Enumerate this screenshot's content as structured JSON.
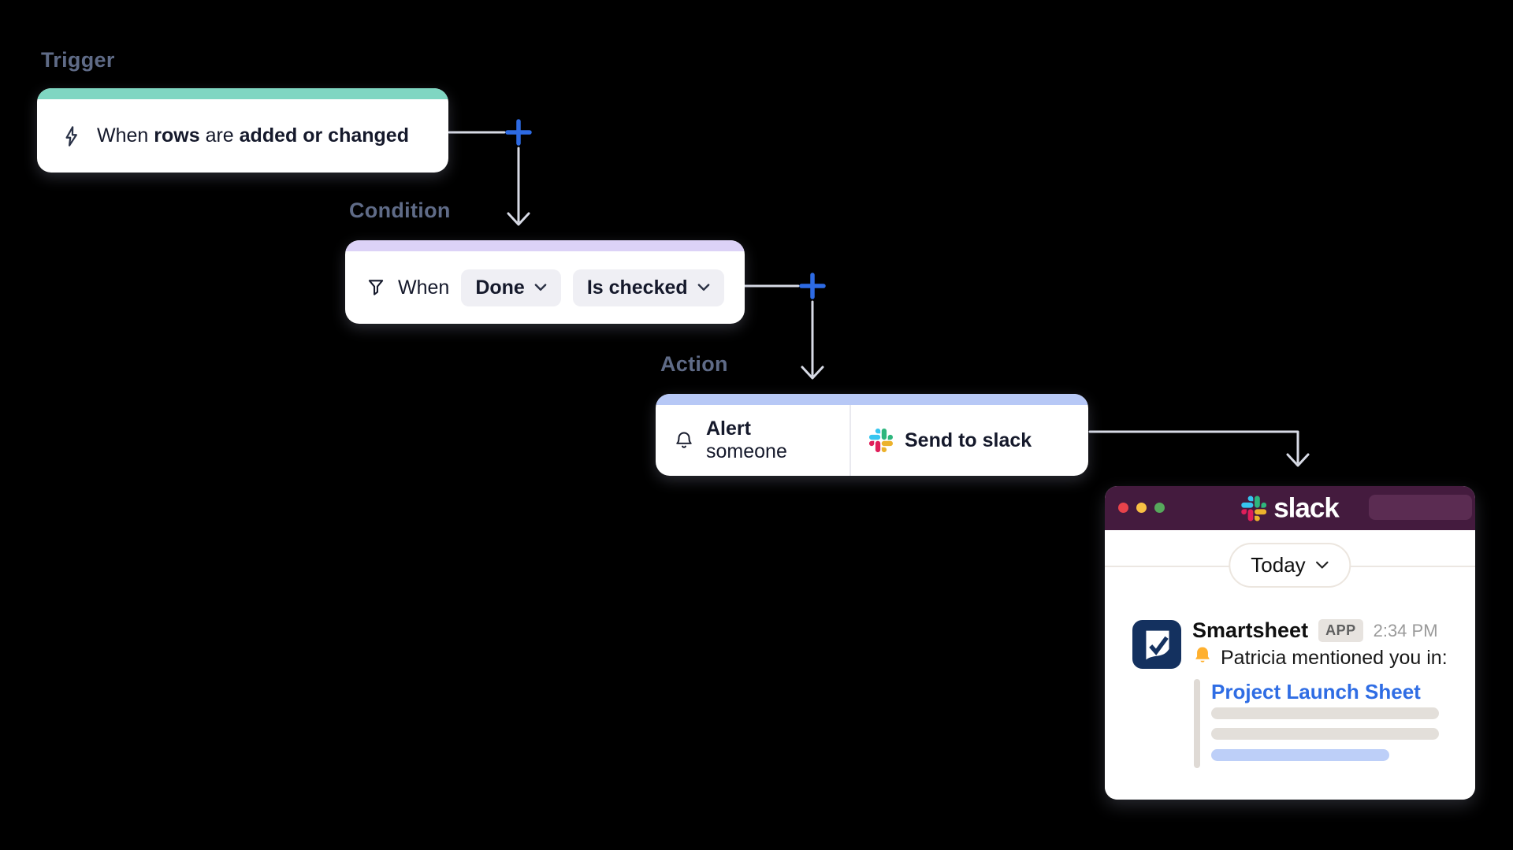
{
  "colors": {
    "background": "#000000",
    "trigger_accent": "#7FD6C2",
    "condition_accent": "#DCD2F7",
    "action_accent": "#B7C8F6",
    "section_label": "#5F6B87",
    "plus_blue": "#2D6AE3",
    "connector_line": "#D7DAE5",
    "slack_aubergine": "#441B3E",
    "link_blue": "#2F6DE4",
    "slack_logo_blue": "#36C5F0",
    "slack_logo_green": "#2EB67D",
    "slack_logo_red": "#E01E5A",
    "slack_logo_yellow": "#ECB22C"
  },
  "workflow": {
    "trigger": {
      "label": "Trigger",
      "text_when": "When ",
      "text_rows": "rows",
      "text_are": " are ",
      "text_changed": "added or changed"
    },
    "condition": {
      "label": "Condition",
      "text_when": "When",
      "field_value": "Done",
      "operator_value": "Is checked"
    },
    "action": {
      "label": "Action",
      "alert_bold": "Alert",
      "alert_rest": " someone",
      "send_label": "Send to slack"
    }
  },
  "slack_window": {
    "titlebar": {
      "logo_text": "slack"
    },
    "date_pill_label": "Today",
    "message": {
      "sender": "Smartsheet",
      "badge": "APP",
      "time": "2:34 PM",
      "notification": "Patricia mentioned you in:",
      "sheet_link": "Project Launch Sheet"
    }
  },
  "icons": {
    "lightning": "lightning-bolt outline",
    "filter": "funnel outline",
    "bell_outline": "notification bell outline",
    "bell_emoji": "gold bell emoji",
    "slack_mark": "slack multicolor octothorpe",
    "chevron_down": "chevron down",
    "plus": "blue plus connector",
    "smartsheet_logo": "navy checkbox sheet"
  }
}
